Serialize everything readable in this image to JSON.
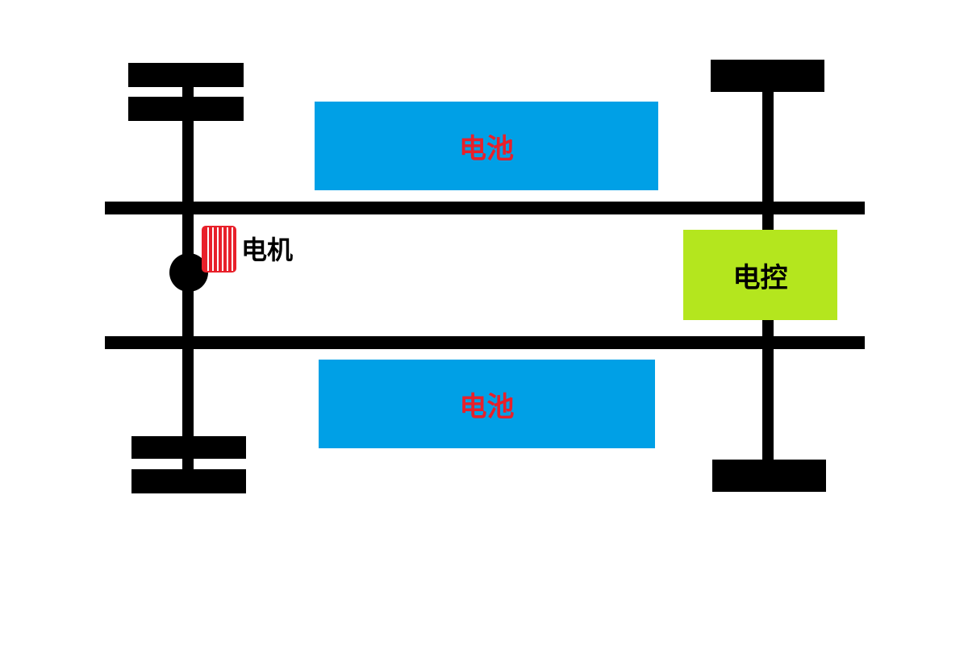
{
  "diagram": {
    "battery_top": {
      "label": "电池"
    },
    "battery_bottom": {
      "label": "电池"
    },
    "motor": {
      "label": "电机"
    },
    "controller": {
      "label": "电控"
    }
  },
  "colors": {
    "frame": "#000000",
    "battery_fill": "#00a0e6",
    "battery_text": "#e8202a",
    "controller_fill": "#b4e61e",
    "controller_text": "#000000",
    "motor_coil": "#e8202a",
    "motor_text": "#000000",
    "background": "#ffffff"
  }
}
